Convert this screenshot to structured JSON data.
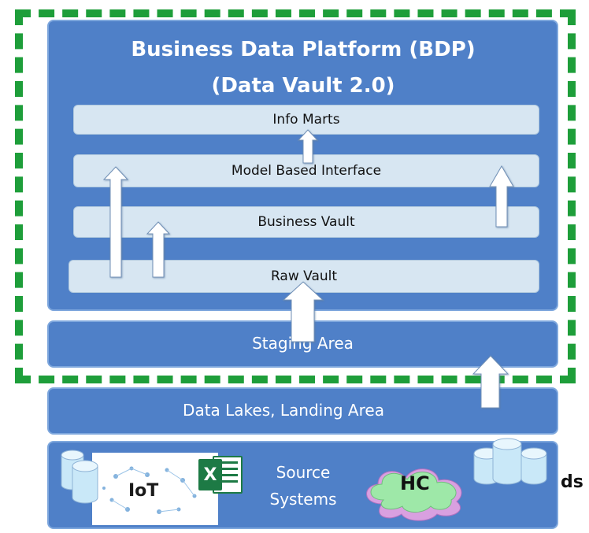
{
  "platform": {
    "title": "Business Data Platform (BDP)",
    "subtitle": "(Data Vault 2.0)"
  },
  "layers": {
    "info_marts": "Info Marts",
    "model_interface": "Model Based Interface",
    "business_vault": "Business Vault",
    "raw_vault": "Raw Vault"
  },
  "staging": "Staging Area",
  "data_lakes": "Data Lakes, Landing Area",
  "sources": {
    "label": "Source\nSystems",
    "iot": "IoT",
    "excel": "X",
    "cloud": "HC",
    "cut_text": "ds"
  },
  "colors": {
    "dash": "#1e9e3a",
    "box": "#4f80c8",
    "layer": "#d7e6f2",
    "cloud": "#9ee8a8",
    "cylinder": "#c9e8f8"
  }
}
